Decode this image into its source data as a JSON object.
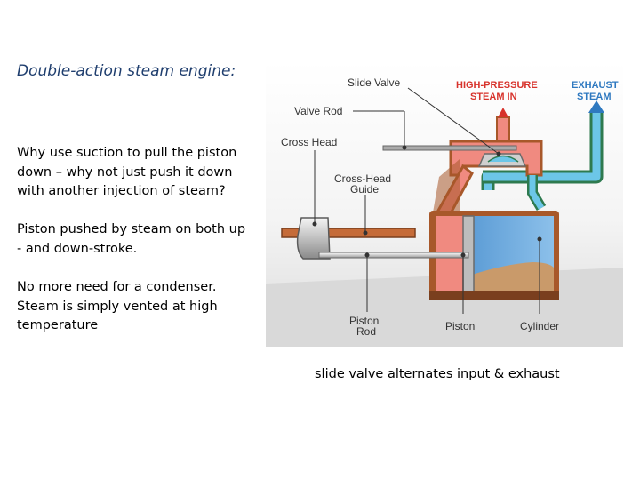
{
  "slide": {
    "title": "Double-action steam engine:",
    "paragraphs": [
      "Why use suction to pull the piston\ndown – why not just push it down\nwith another injection of steam?",
      "Piston pushed by steam on both up\n- and down-stroke.",
      "No more need for a  condenser.\nSteam is simply vented at high\ntemperature"
    ],
    "caption": "slide valve alternates input & exhaust"
  },
  "diagram": {
    "labels": {
      "slide_valve": "Slide Valve",
      "steam_in_1": "HIGH-PRESSURE",
      "steam_in_2": "STEAM IN",
      "exhaust_1": "EXHAUST",
      "exhaust_2": "STEAM",
      "valve_rod": "Valve Rod",
      "cross_head": "Cross Head",
      "guide_1": "Cross-Head",
      "guide_2": "Guide",
      "piston_rod_1": "Piston",
      "piston_rod_2": "Rod",
      "piston": "Piston",
      "cylinder": "Cylinder"
    },
    "colors": {
      "high_pressure": "#f08a80",
      "exhaust": "#6cc6e8",
      "steam_in_text": "#d7322b",
      "exhaust_text": "#2f79c0",
      "casting": "#a8582a",
      "cylinder_fill": "#6aa7dc",
      "water": "#c99a6a",
      "background": "#ececec"
    }
  }
}
